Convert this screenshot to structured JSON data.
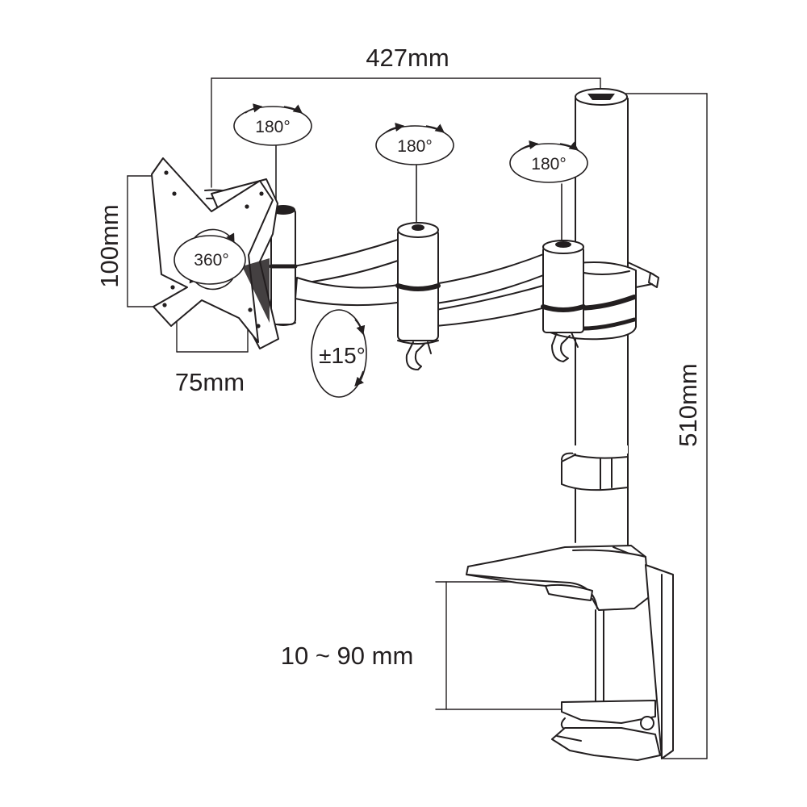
{
  "dimensions": {
    "width_total": "427mm",
    "height_total": "510mm",
    "vesa_height": "100mm",
    "vesa_width": "75mm",
    "clamp_range": "10 ~ 90 mm"
  },
  "rotations": {
    "head_swivel": "180°",
    "mid_joint": "180°",
    "pole_joint": "180°",
    "plate_rotation": "360°",
    "tilt": "±15°"
  },
  "colors": {
    "line": "#231f20",
    "background": "#ffffff"
  }
}
